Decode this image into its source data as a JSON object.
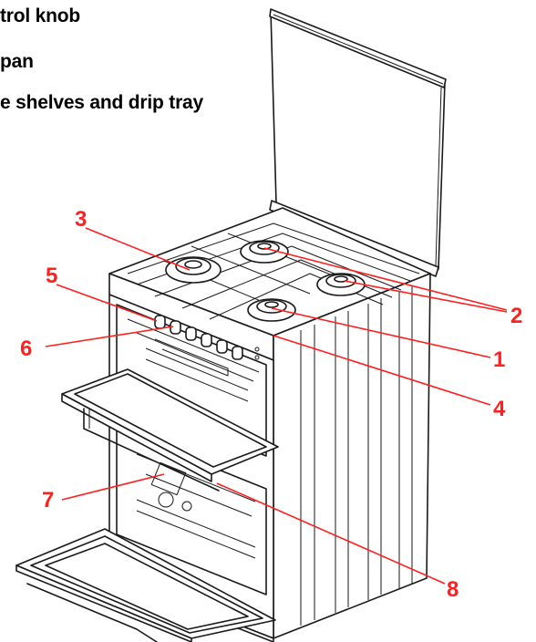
{
  "legend": {
    "line1": "trol knob",
    "line2": "pan",
    "line3": "e shelves and drip tray"
  },
  "callouts": {
    "c1": "1",
    "c2": "2",
    "c3": "3",
    "c4": "4",
    "c5": "5",
    "c6": "6",
    "c7": "7",
    "c8": "8"
  },
  "colors": {
    "callout": "#ff1f1f",
    "outline": "#1a1a1a",
    "background": "#ffffff"
  }
}
